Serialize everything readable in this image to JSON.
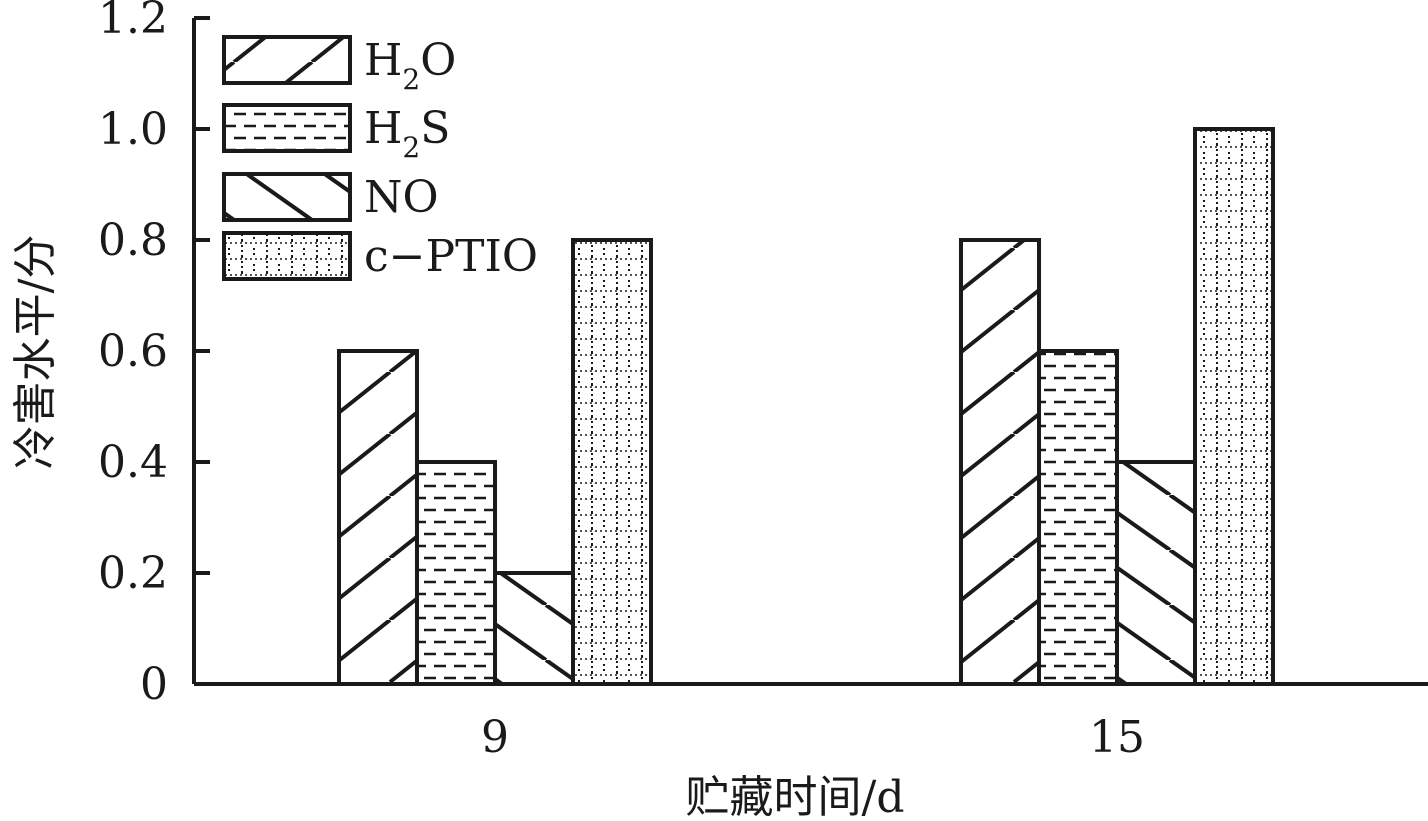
{
  "chart_data": {
    "type": "bar",
    "title": "",
    "xlabel": "贮藏时间/d",
    "ylabel": "冷害水平/分",
    "categories": [
      "9",
      "15"
    ],
    "ylim": [
      0,
      1.2
    ],
    "yticks": [
      "0",
      "0.2",
      "0.4",
      "0.6",
      "0.8",
      "1.0",
      "1.2"
    ],
    "grid": false,
    "legend_position": "top-left",
    "series": [
      {
        "name": "H2O",
        "legend_label": {
          "base": "H",
          "sub": "2",
          "tail": "O"
        },
        "pattern": "diagonal-up",
        "values": [
          0.6,
          0.8
        ]
      },
      {
        "name": "H2S",
        "legend_label": {
          "base": "H",
          "sub": "2",
          "tail": "S"
        },
        "pattern": "dashes",
        "values": [
          0.4,
          0.6
        ]
      },
      {
        "name": "NO",
        "legend_label": {
          "base": "NO",
          "sub": "",
          "tail": ""
        },
        "pattern": "diagonal-down",
        "values": [
          0.2,
          0.4
        ]
      },
      {
        "name": "c−PTIO",
        "legend_label": {
          "base": "c−PTIO",
          "sub": "",
          "tail": ""
        },
        "pattern": "dotted-grid",
        "values": [
          0.8,
          1.0
        ]
      }
    ],
    "colors": {
      "stroke": "#1a1a1a",
      "fill": "#ffffff"
    }
  }
}
